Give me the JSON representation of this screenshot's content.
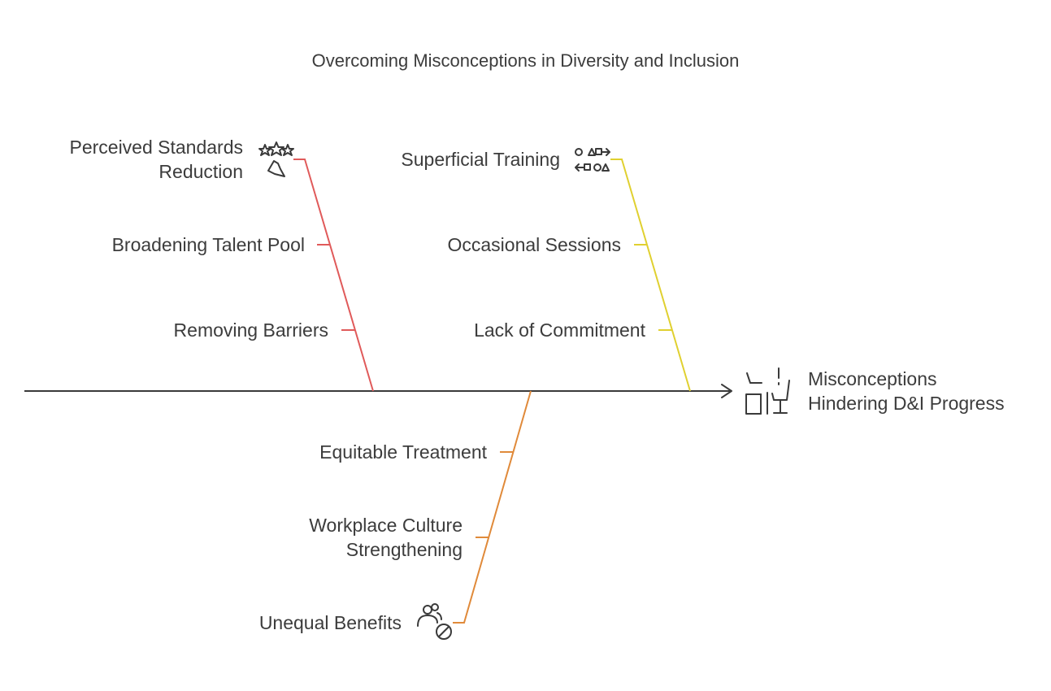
{
  "title": "Overcoming Misconceptions in Diversity and Inclusion",
  "effect": {
    "line1": "Misconceptions",
    "line2": "Hindering D&I Progress",
    "icon": "office-problem-icon"
  },
  "colors": {
    "spine": "#3a3a3a",
    "red": "#e05a5a",
    "yellow": "#e0d030",
    "orange": "#e08a3a",
    "text": "#3c3c3c"
  },
  "branches": {
    "standards": {
      "color": "red",
      "cause": {
        "line1": "Perceived Standards",
        "line2": "Reduction",
        "icon": "stars-hand-icon"
      },
      "items": [
        "Broadening Talent Pool",
        "Removing Barriers"
      ]
    },
    "training": {
      "color": "yellow",
      "cause": {
        "line1": "Superficial Training",
        "icon": "shapes-process-icon"
      },
      "items": [
        "Occasional Sessions",
        "Lack of Commitment"
      ]
    },
    "benefits": {
      "color": "orange",
      "cause": {
        "line1": "Unequal Benefits",
        "icon": "users-blocked-icon"
      },
      "items": [
        "Equitable Treatment",
        "Workplace Culture",
        "Strengthening"
      ]
    }
  }
}
